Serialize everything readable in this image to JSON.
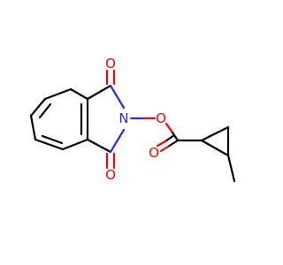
{
  "molecule": {
    "atoms": {
      "o_top": {
        "label": "O",
        "color": "#ff0000"
      },
      "n_imide": {
        "label": "N",
        "color": "#2929ff"
      },
      "o_ester_link": {
        "label": "O",
        "color": "#ff0000"
      },
      "o_bottom": {
        "label": "O",
        "color": "#ff0000"
      },
      "o_ester_carbonyl": {
        "label": "O",
        "color": "#ff0000"
      }
    },
    "colors": {
      "carbon_bond": "#000000",
      "oxygen": "#ff0000",
      "nitrogen": "#2929ff"
    }
  }
}
